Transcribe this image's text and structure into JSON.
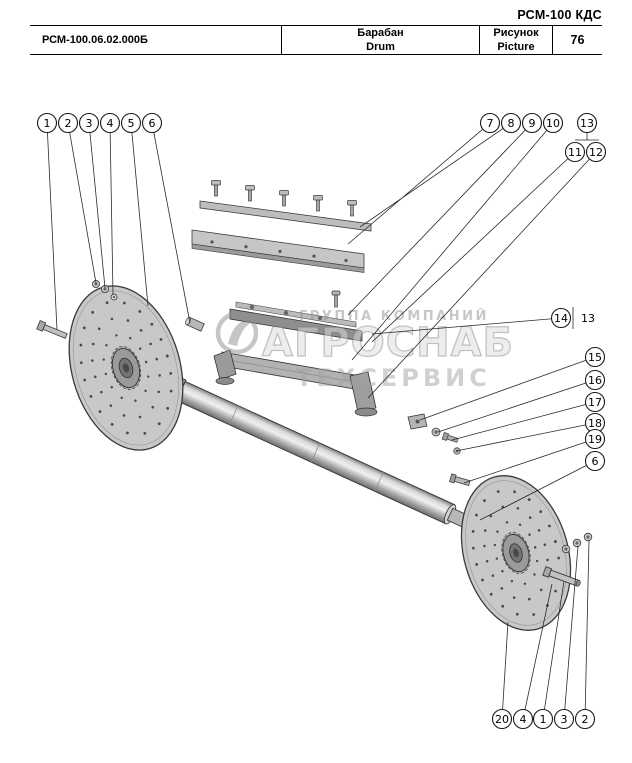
{
  "header": {
    "model": "РСМ-100 КДС",
    "part_number": "РСМ-100.06.02.000Б",
    "title_ru": "Барабан",
    "title_en": "Drum",
    "figure_label_ru": "Рисунок",
    "figure_label_en": "Picture",
    "figure_number": "76"
  },
  "watermark": {
    "line1": "ГРУППА КОМПАНИЙ",
    "line2": "АГРОСНАБ",
    "line3": "ТЕХСЕРВИС"
  },
  "callouts": {
    "top_left": [
      "1",
      "2",
      "3",
      "4",
      "5",
      "6"
    ],
    "top_right": [
      "7",
      "8",
      "9",
      "10",
      "13"
    ],
    "top_right_sub": [
      "11",
      "12"
    ],
    "mid_right": "14",
    "mid_right_ref": "13",
    "right_column": [
      "15",
      "16",
      "17",
      "18",
      "19",
      "6"
    ],
    "bottom": [
      "20",
      "4",
      "1",
      "3",
      "2"
    ]
  },
  "colors": {
    "part_fill": "#c8c8c8",
    "part_stroke": "#3a3a3a",
    "watermark_gray": "#8f8f8f"
  }
}
